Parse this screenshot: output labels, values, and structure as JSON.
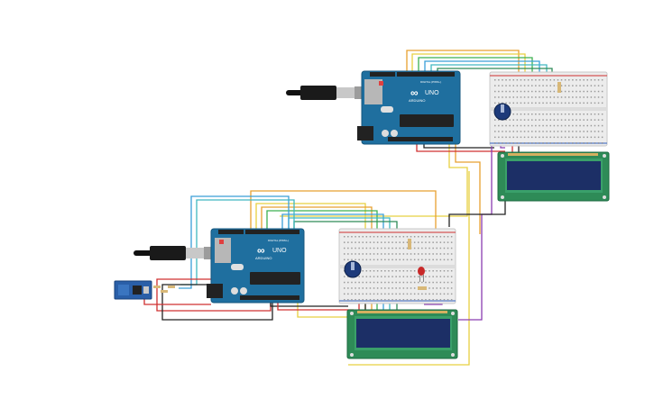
{
  "boards": [
    {
      "logo": "∞",
      "brand": "ARDUINO",
      "model": "UNO",
      "header_text": "DIGITAL (PWM~)"
    },
    {
      "logo": "∞",
      "brand": "ARDUINO",
      "model": "UNO",
      "header_text": "DIGITAL (PWM~)"
    }
  ],
  "colors": {
    "arduino_board": "#1f6f9f",
    "breadboard": "#ececec",
    "lcd_pcb": "#2e8b57",
    "lcd_screen": "#1c2f66",
    "wire_orange": "#e8a030",
    "wire_yellow": "#e8d040",
    "wire_green": "#3cb050",
    "wire_blue": "#3a9fd8",
    "wire_teal": "#40b8c0",
    "wire_purple": "#8a3cb0",
    "wire_red": "#d03030",
    "wire_black": "#222222"
  },
  "icons": [
    "usb-cable-icon",
    "potentiometer-icon",
    "led-icon",
    "resistor-icon",
    "wifi-module-icon"
  ]
}
